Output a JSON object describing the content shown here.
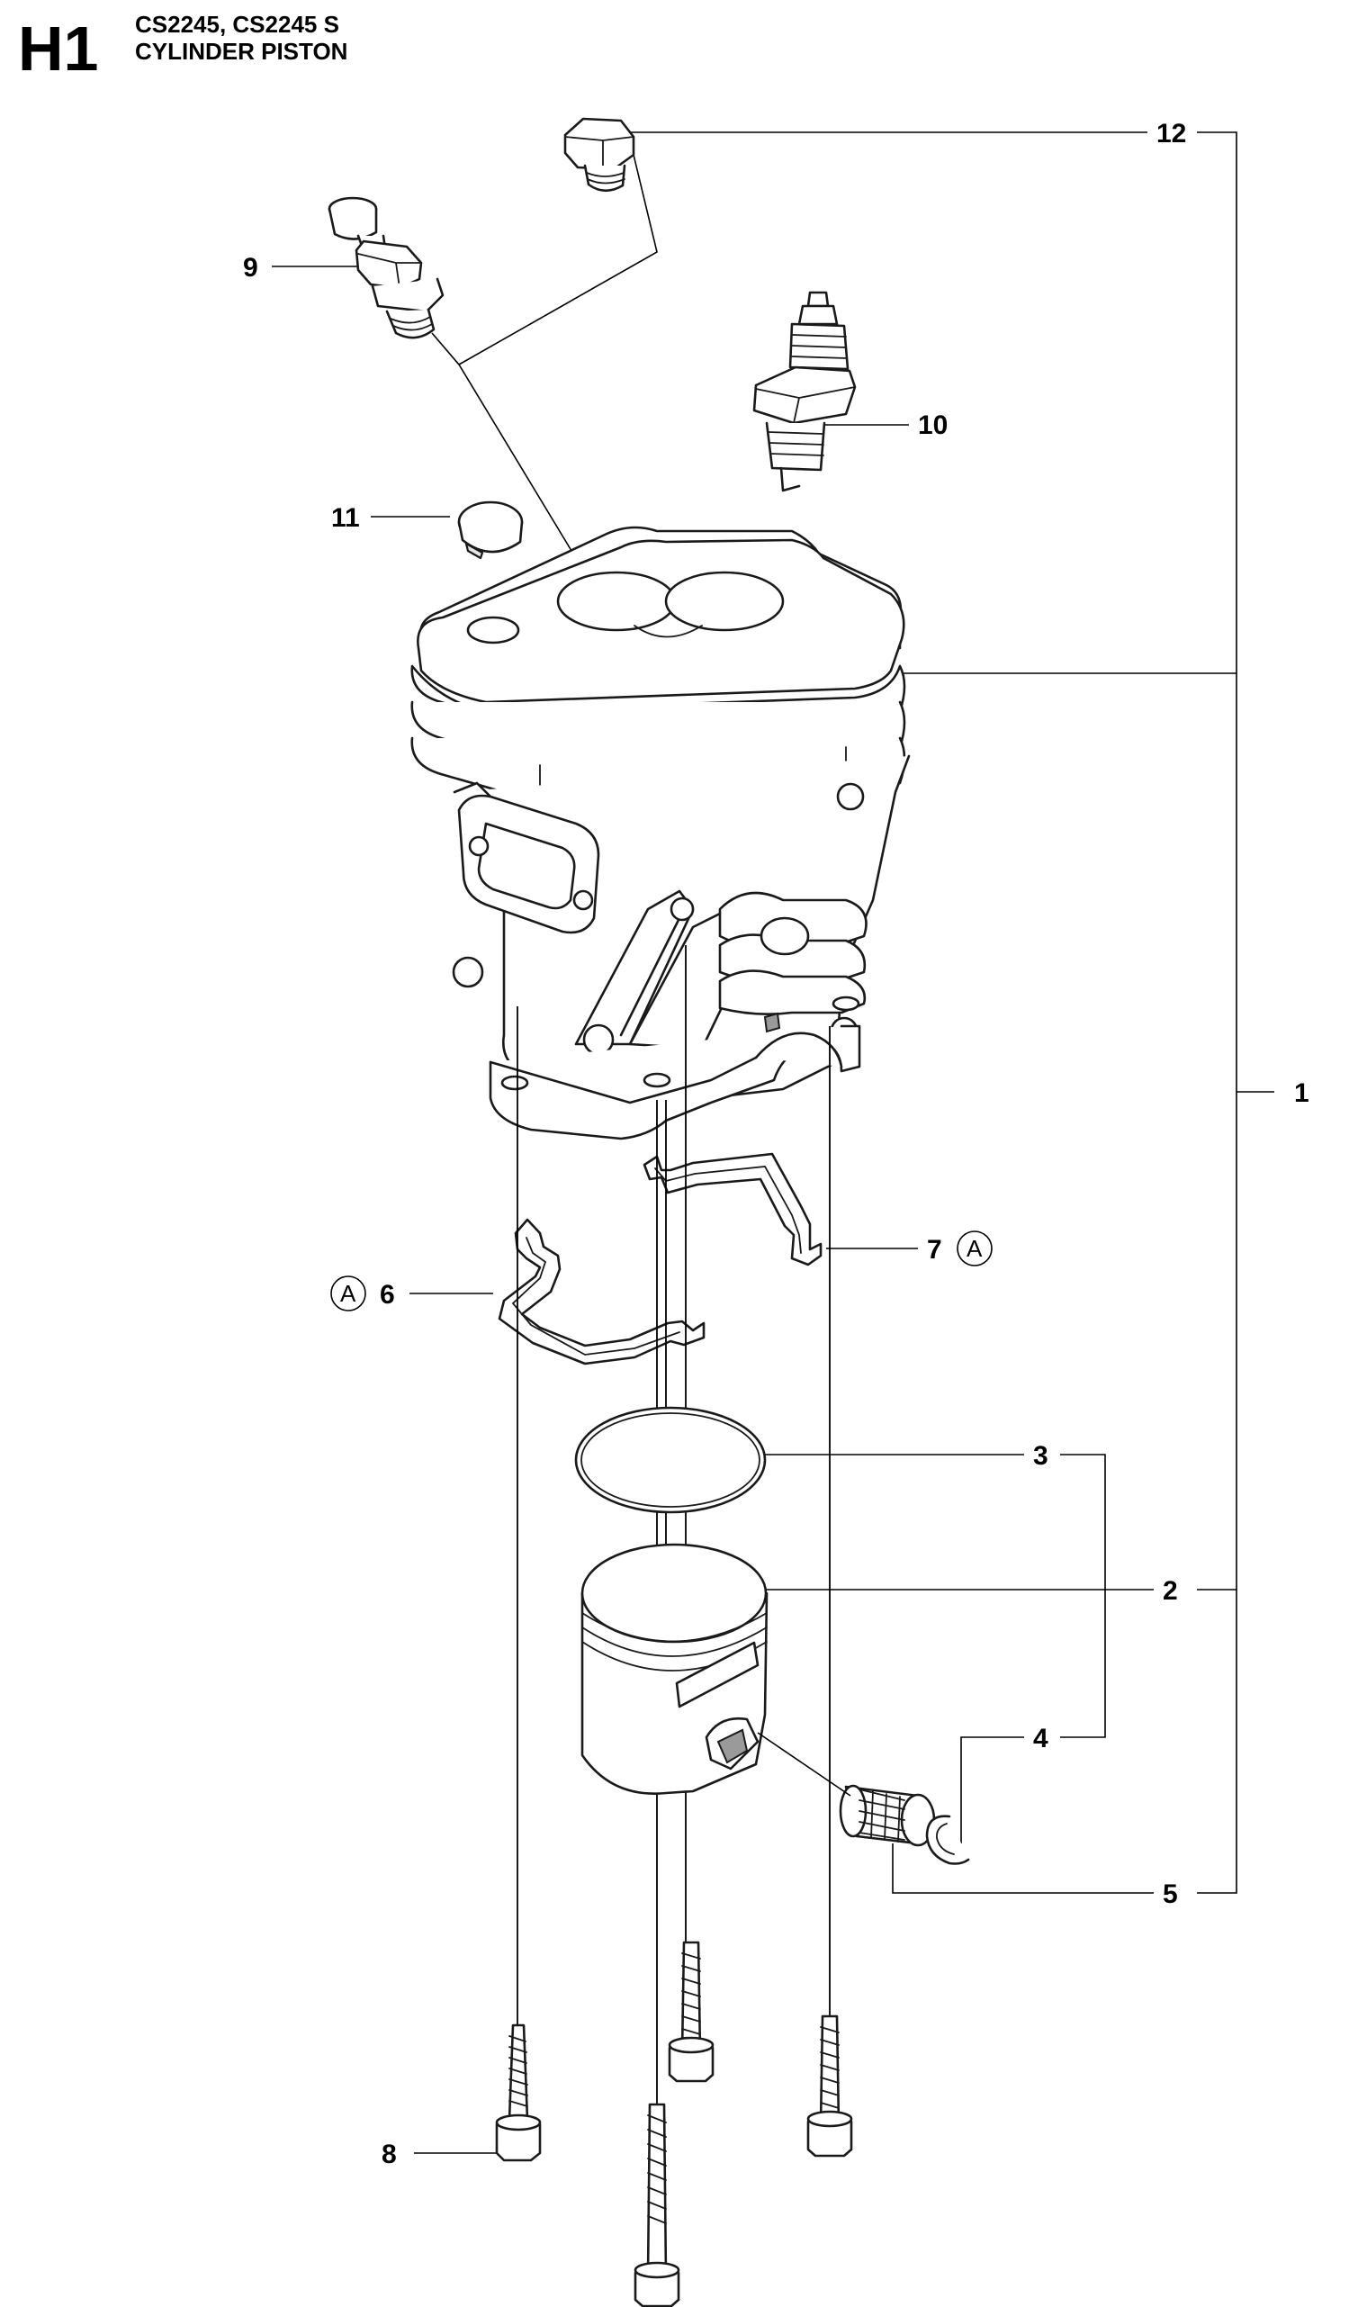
{
  "header": {
    "section_code": "H1",
    "model_line": "CS2245, CS2245 S",
    "diagram_title": "CYLINDER PISTON"
  },
  "callouts": [
    {
      "id": "1",
      "label": "1"
    },
    {
      "id": "2",
      "label": "2"
    },
    {
      "id": "3",
      "label": "3"
    },
    {
      "id": "4",
      "label": "4"
    },
    {
      "id": "5",
      "label": "5"
    },
    {
      "id": "6",
      "label": "6",
      "circle_letter": "A"
    },
    {
      "id": "7",
      "label": "7",
      "circle_letter": "A"
    },
    {
      "id": "8",
      "label": "8"
    },
    {
      "id": "9",
      "label": "9"
    },
    {
      "id": "10",
      "label": "10"
    },
    {
      "id": "11",
      "label": "11"
    },
    {
      "id": "12",
      "label": "12"
    }
  ],
  "parts": [
    {
      "ref": "1",
      "icon": "cylinder-icon"
    },
    {
      "ref": "2",
      "icon": "piston-icon"
    },
    {
      "ref": "3",
      "icon": "piston-ring-icon"
    },
    {
      "ref": "4",
      "icon": "circlip-icon"
    },
    {
      "ref": "5",
      "icon": "needle-bearing-icon"
    },
    {
      "ref": "6",
      "icon": "gasket-left-icon"
    },
    {
      "ref": "7",
      "icon": "gasket-right-icon"
    },
    {
      "ref": "8",
      "icon": "screw-icon"
    },
    {
      "ref": "9",
      "icon": "decompression-valve-icon"
    },
    {
      "ref": "10",
      "icon": "spark-plug-icon"
    },
    {
      "ref": "11",
      "icon": "plug-cap-icon"
    },
    {
      "ref": "12",
      "icon": "plug-screw-icon"
    }
  ]
}
